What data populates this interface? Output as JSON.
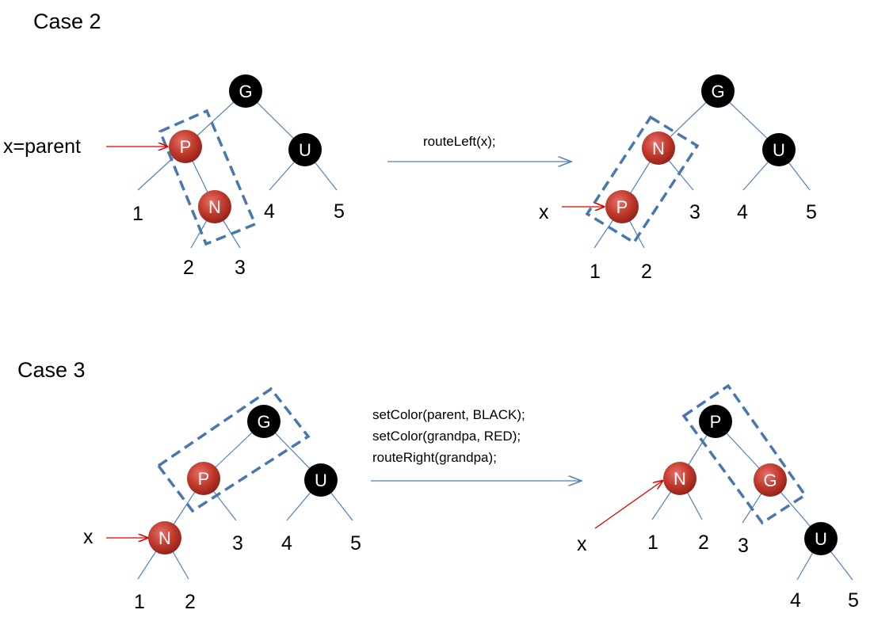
{
  "case2": {
    "title": "Case 2",
    "pointer_before": "x=parent",
    "operation": "routeLeft(x);",
    "pointer_after": "x",
    "before": {
      "nodes": {
        "G": "G",
        "P": "P",
        "U": "U",
        "N": "N"
      },
      "leaves": [
        "1",
        "2",
        "3",
        "4",
        "5"
      ]
    },
    "after": {
      "nodes": {
        "G": "G",
        "N": "N",
        "U": "U",
        "P": "P"
      },
      "leaves": [
        "1",
        "2",
        "3",
        "4",
        "5"
      ]
    }
  },
  "case3": {
    "title": "Case 3",
    "pointer_before": "x",
    "operation_lines": [
      "setColor(parent, BLACK);",
      "setColor(grandpa, RED);",
      "routeRight(grandpa);"
    ],
    "pointer_after": "x",
    "before": {
      "nodes": {
        "G": "G",
        "P": "P",
        "U": "U",
        "N": "N"
      },
      "leaves": [
        "1",
        "2",
        "3",
        "4",
        "5"
      ]
    },
    "after": {
      "nodes": {
        "P": "P",
        "N": "N",
        "G": "G",
        "U": "U"
      },
      "leaves": [
        "1",
        "2",
        "3",
        "4",
        "5"
      ]
    }
  },
  "colors": {
    "red_node": "#c0392b",
    "black_node": "#000000",
    "edge": "#4f81bd",
    "dashed_box": "#4a76ad",
    "pointer_arrow": "#e00000"
  }
}
